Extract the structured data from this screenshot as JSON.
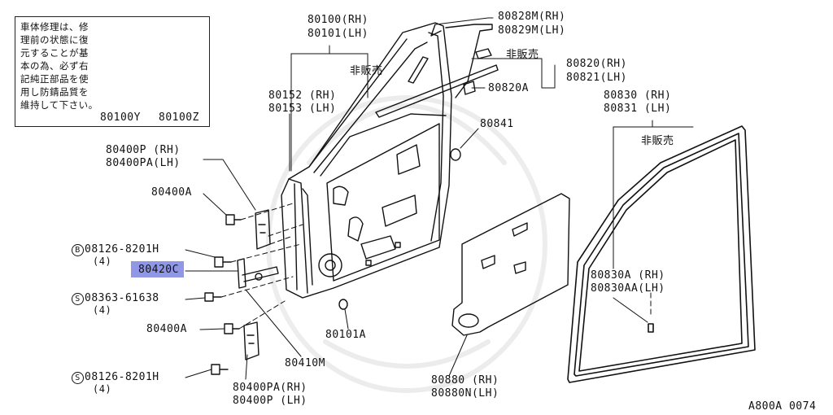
{
  "note": {
    "lines": [
      "車体修理は、修",
      "理前の状態に復",
      "元することが基",
      "本の為、必ず右",
      "記純正部品を使",
      "用し防錆品質を",
      "維持して下さい。"
    ],
    "part_y": "80100Y",
    "part_z": "80100Z"
  },
  "labels": {
    "door_rh": "80100(RH)",
    "door_lh": "80101(LH)",
    "sash_rh": "80828M(RH)",
    "sash_lh": "80829M(LH)",
    "hinansai1": "非販売",
    "hinansai2": "非販売",
    "hinansai3": "非販売",
    "strip_rh": "80820(RH)",
    "strip_lh": "80821(LH)",
    "clip": "80820A",
    "panel_rh": "80152 (RH)",
    "panel_lh": "80153 (LH)",
    "plug": "80841",
    "ws_rh": "80830 (RH)",
    "ws_lh": "80831 (LH)",
    "hinge_up_rh": "80400P (RH)",
    "hinge_up_lh": "80400PA(LH)",
    "bolt_a1": "80400A",
    "bolt_b_code": "08126-8201H",
    "bolt_b_qty": "(4)",
    "check_link": "80420C",
    "screw_s1_code": "08363-61638",
    "screw_s1_qty": "(4)",
    "bolt_a2": "80400A",
    "screw_s2_code": "08126-8201H",
    "screw_s2_qty": "(4)",
    "hinge_lo_rh": "80400PA(RH)",
    "hinge_lo_lh": "80400P  (LH)",
    "rod": "80410M",
    "grommet": "80101A",
    "seal_rh": "80880  (RH)",
    "seal_lh": "80880N(LH)",
    "ws_a_rh": "80830A  (RH)",
    "ws_a_lh": "80830AA(LH)",
    "circle_b": "B",
    "circle_s1": "S",
    "circle_s2": "S",
    "code": "A800A 0074"
  }
}
